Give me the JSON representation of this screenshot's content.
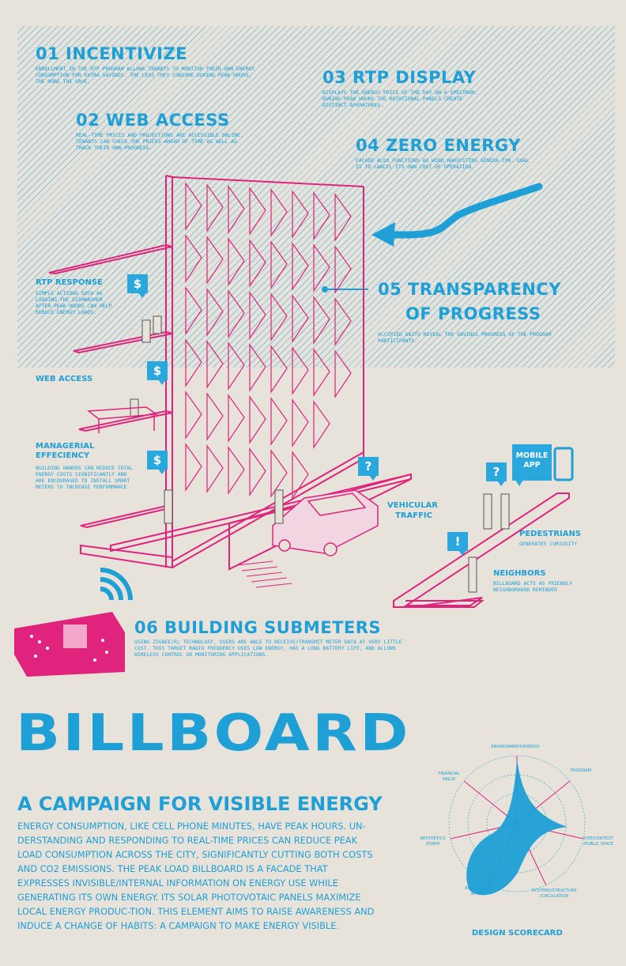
{
  "sections": {
    "s01": {
      "title": "01 INCENTIVIZE",
      "text": "ENROLLMENT IN THE RTP PROGRAM ALLOWS TENANTS TO MONITOR THEIR OWN ENERGY CONSUMPTION FOR EXTRA SAVINGS. THE LESS THEY CONSUME DURING PEAK HOURS, THE MORE THE SAVE."
    },
    "s02": {
      "title": "02 WEB ACCESS",
      "text": "REAL-TIME PRICES AND PROJECTIONS ARE ACCESSIBLE ONLINE. TENANTS CAN CHECK THE PRICES AHEAD OF TIME AS WELL AS TRACK THEIR OWN PROGRESS."
    },
    "s03": {
      "title": "03 RTP DISPLAY",
      "text": "DISPLAYS THE ENERGY PRICE OF THE DAY ON A SPECTRUM. DURING PEAK HOURS THE ROTATIONAL PANELS CREATE DISTINCT APERATURES."
    },
    "s04": {
      "title": "04 ZERO ENERGY",
      "text": "FACADE ALSO FUNCTIONS AS WIND HARVESTING GENERA-TOR. GOAL IS TO CANCEL ITS OWN COST OF OPERATION."
    },
    "s05": {
      "title_line1": "05 TRANSPARENCY",
      "title_line2": "OF PROGRESS",
      "text": "OCCUPIED UNITS REVEAL THE SAVINGS PROGRESS OF THE PROGRAM PARTICIPANTS."
    },
    "s06": {
      "title": "06 BUILDING SUBMETERS",
      "text": "USING ZIGBEE(R) TECHNOLOGY, USERS ARE ABLE TO RECEIVE/TRANSMIT METER DATA AT VERY LITTLE COST. THIS TARGET RADIO FREQUENCY USES LOW ENERGY, HAS A LONG BATTERY LIFE, AND ALLOWS WIRELESS CONTROL OR MONITORING APPLICATIONS."
    }
  },
  "callouts": {
    "rtp_response": {
      "title": "RTP RESPONSE",
      "text": "SIMPLE ACTIONS SUCH AS LOADING THE DISHWASHER AFTER PEAK HOURS CAN HELP REDUCE ENERGY LOADS."
    },
    "web_access": {
      "title": "WEB ACCESS"
    },
    "managerial": {
      "title_line1": "MANAGERIAL",
      "title_line2": "EFFECIENCY",
      "text": "BUILDING OWNERS CAN REDUCE TOTAL ENERGY COSTS SIGNIFICANTLY AND ARE ENCOURAGED TO INSTALL SMART METERS TO INCREASE PERFORMANCE"
    },
    "vehicular": {
      "line1": "VEHICULAR",
      "line2": "TRAFFIC"
    },
    "pedestrians": {
      "title": "PEDESTRIANS",
      "text": "GENERATES CURIOSITY"
    },
    "neighbors": {
      "title": "NEIGHBORS",
      "text": "BILLBOARD ACTS AS FRIENDLY NEIGHBORHOOD REMINDER"
    },
    "mobile_app": {
      "line1": "MOBILE",
      "line2": "APP"
    }
  },
  "bubbles": {
    "dollar": "$",
    "question": "?",
    "exclaim": "!"
  },
  "logo": "BILLBOARD",
  "subtitle": "A CAMPAIGN FOR VISIBLE ENERGY",
  "body": "ENERGY CONSUMPTION, LIKE CELL PHONE MINUTES, HAVE PEAK HOURS. UN-DERSTANDING AND RESPONDING TO REAL-TIME PRICES CAN REDUCE PEAK LOAD CONSUMPTION ACROSS THE CITY, SIGNIFICANTLY CUTTING BOTH COSTS AND CO2 EMISSIONS. THE PEAK LOAD BILLBOARD IS A FACADE THAT EXPRESSES INVISIBLE/INTERNAL INFORMATION ON ENERGY USE WHILE GENERATING ITS OWN ENERGY. ITS SOLAR PHOTOVOTAIC PANELS MAXIMIZE LOCAL ENERGY PRODUC-TION. THIS ELEMENT AIMS TO RAISE AWARENESS AND INDUCE A CHANGE OF HABITS: A CAMPAIGN TO MAKE ENERGY VISIBLE.",
  "scorecard": {
    "title": "DESIGN SCORECARD",
    "axes": {
      "environment": "ENVIRONMENT/ENERGY",
      "program": "PROGRAM",
      "site_l1": "SITE/CONTEXT",
      "site_l2": "/PUBLIC SPACE",
      "systems_l1": "SYSTEMS/STRUCTURE",
      "systems_l2": "/CIRCULATION",
      "atmosphere_l1": "ATMOSPHERE",
      "atmosphere_l2": "/EFFECT",
      "aesthetics_l1": "AESTHETICS",
      "aesthetics_l2": "/FORM",
      "financial_l1": "FINANCIAL",
      "financial_l2": "VALUE"
    }
  },
  "colors": {
    "cyan": "#1e9fd6",
    "magenta": "#e0237d",
    "paper": "#e7e3db"
  }
}
